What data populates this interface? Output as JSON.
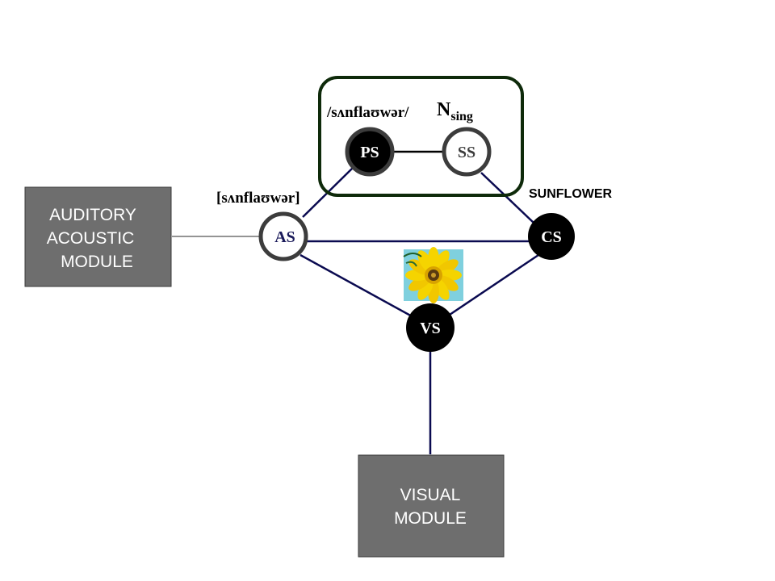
{
  "modules": {
    "auditory": {
      "lines": [
        "AUDITORY",
        "ACOUSTIC",
        "MODULE"
      ]
    },
    "visual": {
      "lines": [
        "VISUAL",
        "MODULE"
      ]
    }
  },
  "nodes": {
    "ps": "PS",
    "ss": "SS",
    "as": "AS",
    "cs": "CS",
    "vs": "VS"
  },
  "labels": {
    "phonological_form": "/sʌnflaʊwər/",
    "syntactic_category": "N",
    "syntactic_subscript": "sing",
    "phonetic_form": "[sʌnflaʊwər]",
    "concept": "SUNFLOWER"
  },
  "colors": {
    "module_fill": "#6e6e6e",
    "module_text": "#ffffff",
    "frame_border": "#0e2a0a",
    "link_line": "#0a0a50",
    "node_black": "#000000",
    "node_ring": "#3c3c3c",
    "as_text": "#1a1a5a"
  },
  "image": {
    "name": "sunflower-image"
  }
}
